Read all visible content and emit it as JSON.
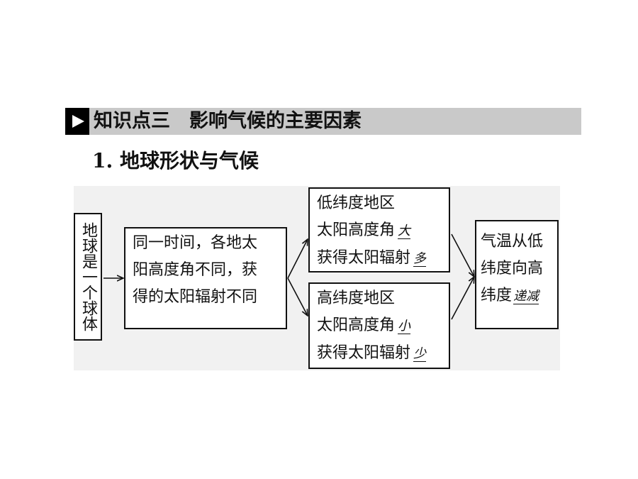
{
  "section": {
    "icon": "play-triangle-icon",
    "title": "知识点三　影响气候的主要因素"
  },
  "subtitle": "1. 地球形状与气候",
  "diagram": {
    "earth_box": "地球是一个球体",
    "angle_box": {
      "lines": [
        "同一时间，各地太",
        "阳高度角不同，获",
        "得的太阳辐射不同"
      ]
    },
    "low_lat_box": {
      "line1": "低纬度地区",
      "line2_prefix": "太阳高度角",
      "line2_fill": "大",
      "line3_prefix": "获得太阳辐射",
      "line3_fill": "多"
    },
    "high_lat_box": {
      "line1": "高纬度地区",
      "line2_prefix": "太阳高度角",
      "line2_fill": "小",
      "line3_prefix": "获得太阳辐射",
      "line3_fill": "少"
    },
    "temp_box": {
      "line1": "气温从低",
      "line2": "纬度向高",
      "line3_prefix": "纬度",
      "line3_fill": "递减"
    }
  }
}
